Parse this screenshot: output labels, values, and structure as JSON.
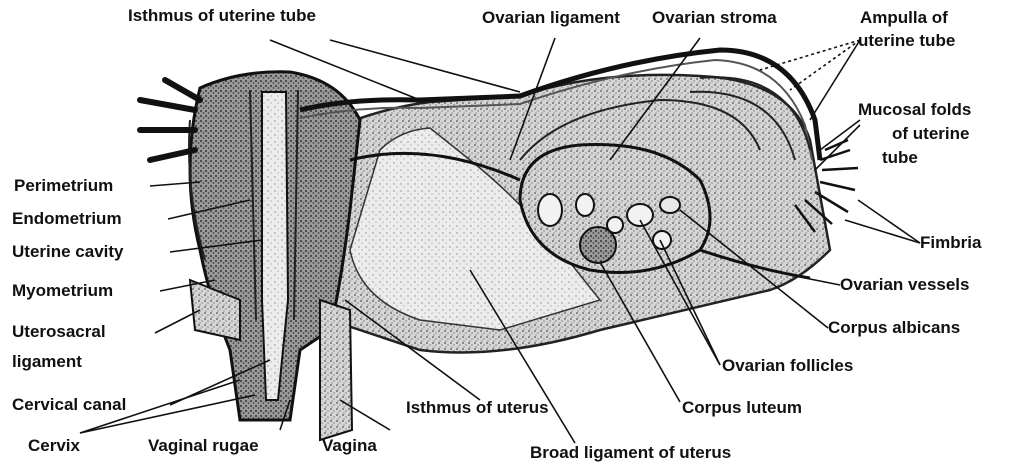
{
  "labels": {
    "isthmus_of_uterine_tube": "Isthmus of uterine tube",
    "ovarian_ligament": "Ovarian ligament",
    "ovarian_stroma": "Ovarian stroma",
    "ampulla_line1": "Ampulla of",
    "ampulla_line2": "uterine tube",
    "mucosal_line1": "Mucosal folds",
    "mucosal_line2": "of uterine",
    "mucosal_line3": "tube",
    "perimetrium": "Perimetrium",
    "endometrium": "Endometrium",
    "uterine_cavity": "Uterine cavity",
    "myometrium": "Myometrium",
    "uterosacral_line1": "Uterosacral",
    "uterosacral_line2": "ligament",
    "cervical_canal": "Cervical canal",
    "cervix": "Cervix",
    "vaginal_rugae": "Vaginal rugae",
    "vagina": "Vagina",
    "fimbria": "Fimbria",
    "ovarian_vessels": "Ovarian vessels",
    "corpus_albicans": "Corpus albicans",
    "ovarian_follicles": "Ovarian follicles",
    "isthmus_of_uterus": "Isthmus of uterus",
    "corpus_luteum": "Corpus luteum",
    "broad_ligament": "Broad ligament of uterus"
  },
  "colors": {
    "ink": "#111111",
    "tissue": "#b8b8b8",
    "tissue_dark": "#7a7a7a",
    "tissue_light": "#dcdcdc"
  }
}
